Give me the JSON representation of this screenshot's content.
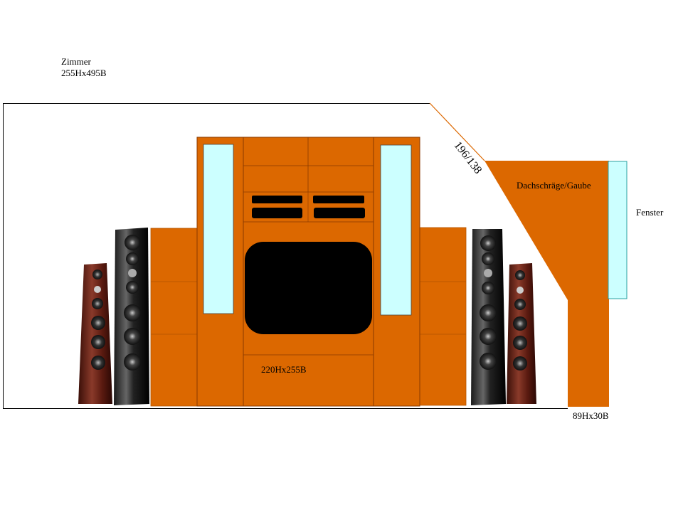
{
  "room": {
    "title": "Zimmer",
    "dimensions": "255Hx495B"
  },
  "cabinet": {
    "dimensions": "220Hx255B"
  },
  "slope": {
    "measure": "196/138",
    "label": "Dachschräge/Gaube"
  },
  "window": {
    "label": "Fenster"
  },
  "pillar": {
    "dimensions": "89Hx30B"
  },
  "colors": {
    "wood": "#dc6800",
    "wood_line": "#8a3a00",
    "glass": "#ccffff",
    "screen": "#000000",
    "slope_line": "#dc6800"
  },
  "icons": [
    "speaker-tower-black-icon",
    "speaker-tower-red-icon"
  ]
}
